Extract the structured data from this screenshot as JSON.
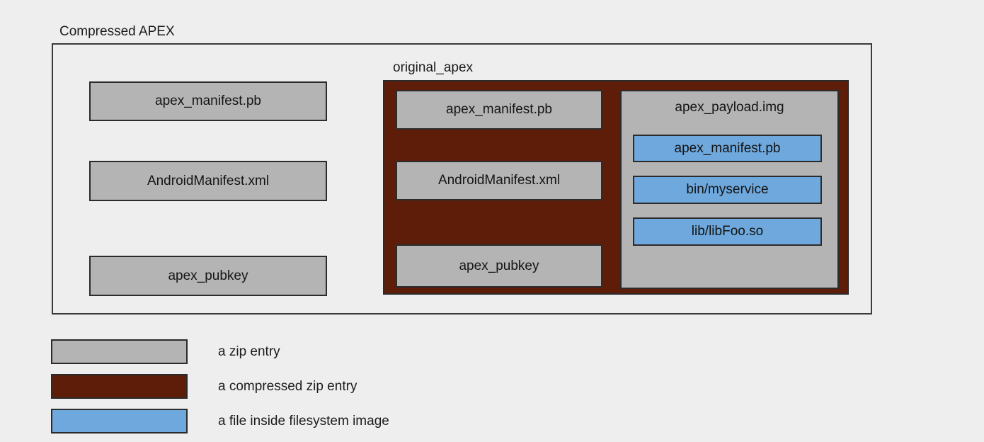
{
  "diagram": {
    "title": "Compressed APEX",
    "outer_label": "Compressed APEX",
    "inner_label": "original_apex",
    "colors": {
      "background": "#eeeeee",
      "zip_entry": "#b4b4b4",
      "compressed_zip_entry": "#5d1d09",
      "filesystem_file": "#6ea8dc",
      "border": "#2b2b2b",
      "outer_border": "#3a3a3a",
      "text": "#1c1c1c"
    },
    "outer_entries": [
      {
        "label": "apex_manifest.pb",
        "kind": "zip-entry"
      },
      {
        "label": "AndroidManifest.xml",
        "kind": "zip-entry"
      },
      {
        "label": "apex_pubkey",
        "kind": "zip-entry"
      }
    ],
    "original_apex": {
      "label": "original_apex",
      "kind": "compressed-zip-entry",
      "entries": [
        {
          "label": "apex_manifest.pb",
          "kind": "zip-entry"
        },
        {
          "label": "AndroidManifest.xml",
          "kind": "zip-entry"
        },
        {
          "label": "apex_pubkey",
          "kind": "zip-entry"
        }
      ],
      "payload": {
        "label": "apex_payload.img",
        "kind": "zip-entry",
        "files": [
          {
            "label": "apex_manifest.pb",
            "kind": "filesystem-file"
          },
          {
            "label": "bin/myservice",
            "kind": "filesystem-file"
          },
          {
            "label": "lib/libFoo.so",
            "kind": "filesystem-file"
          }
        ]
      }
    }
  },
  "legend": {
    "items": [
      {
        "swatch": "gray",
        "text": "a zip entry"
      },
      {
        "swatch": "red",
        "text": "a compressed zip entry"
      },
      {
        "swatch": "blue",
        "text": "a file inside filesystem image"
      }
    ]
  }
}
